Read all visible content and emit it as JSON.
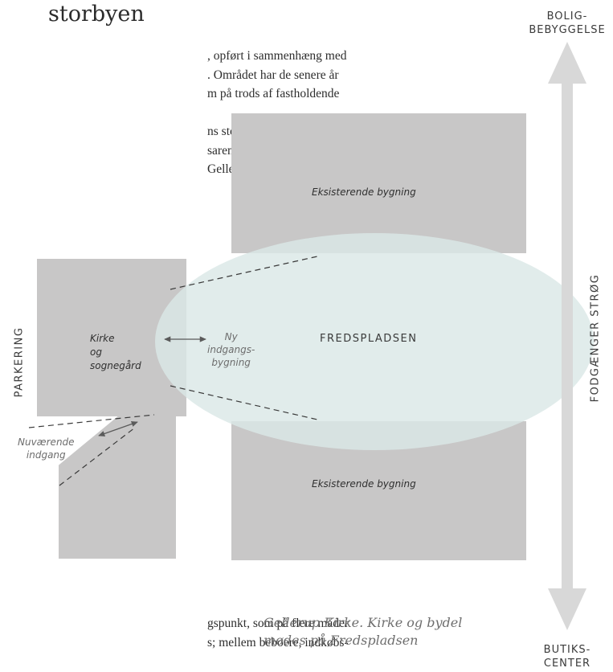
{
  "heading": "storbyen",
  "top_text": [
    ", opført i sammenhæng med",
    ". Området har de senere år",
    "m på trods af fastholdende",
    "",
    "ns store boligområde, for-",
    "saren i nord. Som en lomme",
    " Gellerup Kirke, ligger en fin"
  ],
  "bottom_text": [
    "gspunkt, som på flere måder",
    "s; mellem beboere, indkøbs-"
  ],
  "diagram": {
    "building_top": "Eksisterende bygning",
    "building_bottom": "Eksisterende bygning",
    "church_lines": [
      "Kirke",
      "og",
      "sognegård"
    ],
    "new_entrance_lines": [
      "Ny",
      "indgangs-",
      "bygning"
    ],
    "current_entrance_lines": [
      "Nuværende",
      "indgang"
    ],
    "square": "FREDSPLADSEN",
    "parking": "PARKERING",
    "pedestrian_street": "FODGÆNGER STRØG",
    "top_endpoint_lines": [
      "BOLIG-",
      "BEBYGGELSE"
    ],
    "bottom_endpoint_lines": [
      "BUTIKS-",
      "CENTER"
    ]
  },
  "caption_lines": [
    "Gellerup Kirke. Kirke og bydel",
    "mødes på Fredspladsen"
  ],
  "colors": {
    "building": "#c8c7c7",
    "square_fill": "#dbe8e7",
    "arrow": "#d8d8d8",
    "dash": "#3a3a3a"
  }
}
